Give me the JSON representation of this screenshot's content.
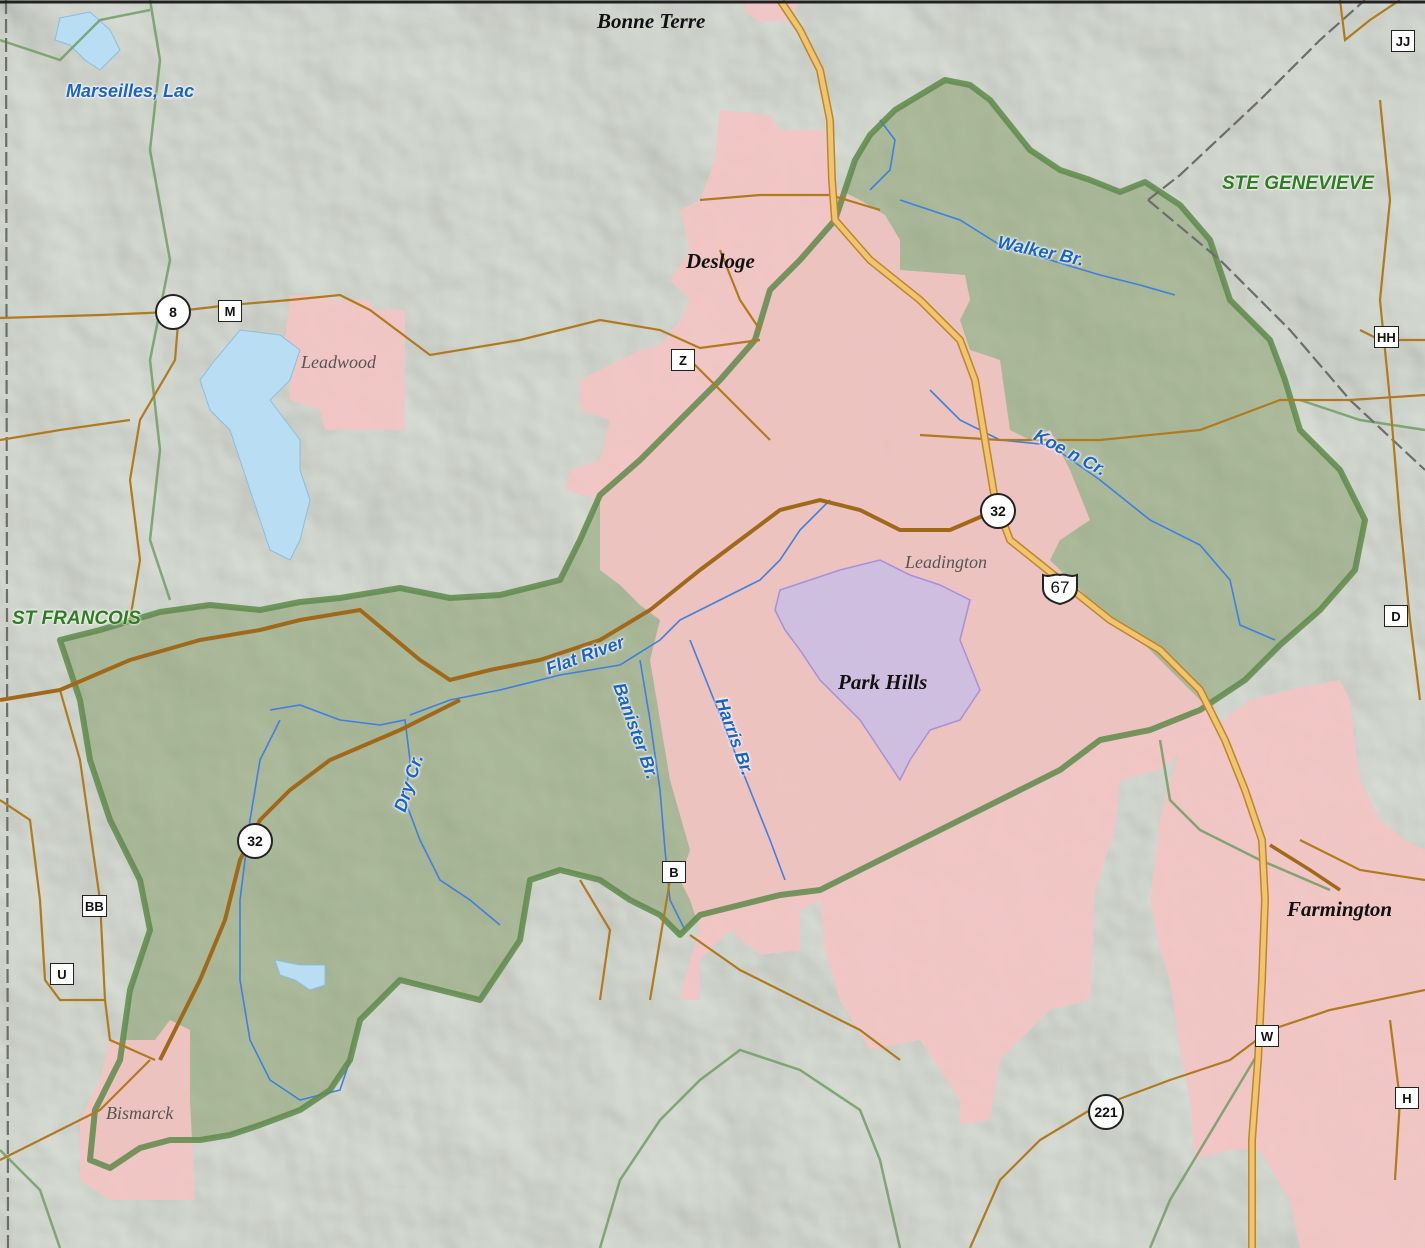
{
  "cities": [
    {
      "id": "bonne-terre",
      "name": "Bonne Terre"
    },
    {
      "id": "desloge",
      "name": "Desloge"
    },
    {
      "id": "park-hills",
      "name": "Park Hills"
    },
    {
      "id": "farmington",
      "name": "Farmington"
    }
  ],
  "towns": [
    {
      "id": "leadwood",
      "name": "Leadwood"
    },
    {
      "id": "leadington",
      "name": "Leadington"
    },
    {
      "id": "bismarck",
      "name": "Bismarck"
    }
  ],
  "water_labels": [
    {
      "id": "marseilles-lac",
      "name": "Marseilles, Lac"
    },
    {
      "id": "walker-br",
      "name": "Walker Br."
    },
    {
      "id": "koen-cr",
      "name": "Koe n Cr."
    },
    {
      "id": "flat-river",
      "name": "Flat River"
    },
    {
      "id": "banister-br",
      "name": "Banister Br."
    },
    {
      "id": "harris-br",
      "name": "Harris Br."
    },
    {
      "id": "dry-cr",
      "name": "Dry Cr."
    }
  ],
  "counties": [
    {
      "id": "st-francois",
      "name": "ST FRANCOIS"
    },
    {
      "id": "ste-genevieve",
      "name": "STE GENEVIEVE"
    }
  ],
  "route_shields": {
    "state": [
      "8",
      "32",
      "32",
      "221"
    ],
    "us": [
      "67"
    ],
    "county": [
      "M",
      "Z",
      "B",
      "BB",
      "U",
      "W",
      "JJ",
      "HH",
      "D",
      "H"
    ]
  },
  "colors": {
    "terrain": "#e3e8e0",
    "watershed_fill": "#8aa070",
    "watershed_outline": "#5e8a4a",
    "urban": "#f4c4c4",
    "water": "#3f7fe0",
    "lake": "#b9def3",
    "road": "#b07a1e",
    "highway": "#f2c46d"
  }
}
